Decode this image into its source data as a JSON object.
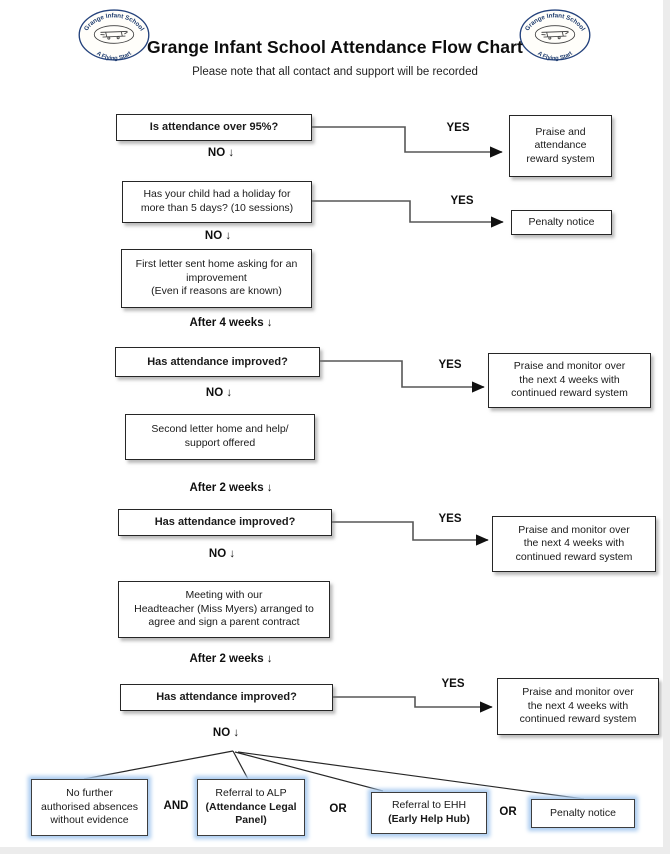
{
  "header": {
    "title": "Grange Infant School Attendance Flow Chart",
    "subtitle": "Please note that all contact and support will be recorded"
  },
  "logo": {
    "top_text": "Grange Infant School",
    "bottom_text": "A Flying Start"
  },
  "labels": {
    "yes": "YES",
    "no": "NO ↓",
    "after_4_weeks": "After 4 weeks ↓",
    "after_2_weeks": "After 2 weeks ↓",
    "and": "AND",
    "or": "OR"
  },
  "nodes": {
    "q_attendance_over_95": "Is attendance over 95%?",
    "outcome_praise_reward": "Praise and\nattendance\nreward system",
    "q_holiday": "Has your child had a holiday for\nmore than 5 days? (10 sessions)",
    "outcome_penalty_notice": "Penalty notice",
    "step_first_letter": "First letter sent home asking for an\nimprovement\n(Even if reasons are known)",
    "q_attendance_improved": "Has attendance improved?",
    "outcome_praise_monitor": "Praise and monitor over\nthe next 4 weeks with\ncontinued reward system",
    "step_second_letter": "Second letter home and help/\nsupport offered",
    "step_headteacher_meeting": "Meeting with our\nHeadteacher (Miss Myers) arranged to\nagree and sign a parent contract",
    "end_no_further_absences": "No further\nauthorised absences\nwithout evidence",
    "end_referral_alp": "Referral to ALP",
    "end_referral_alp_detail": "(Attendance Legal\nPanel)",
    "end_referral_ehh": "Referral to EHH",
    "end_referral_ehh_detail": "(Early Help Hub)",
    "end_penalty_notice": "Penalty notice"
  }
}
